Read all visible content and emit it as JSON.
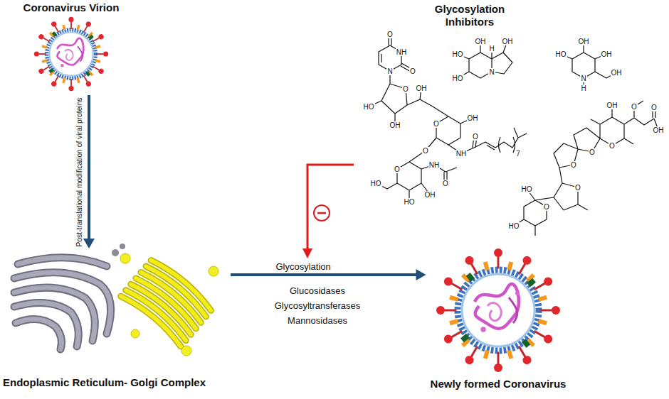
{
  "diagram": {
    "nodes": [
      {
        "text": [
          "Coronavirus Virion"
        ]
      },
      {
        "text": [
          "Glycosylation Inhibitors"
        ]
      },
      {
        "text": [
          "Endoplasmic Reticulum- Golgi Complex"
        ]
      },
      {
        "text": [
          "Newly formed Coronavirus"
        ]
      }
    ],
    "edges": [
      {
        "from": 0,
        "to": 2,
        "arrow": "to",
        "label": "Post-translational modification of viral proteins"
      },
      {
        "from": 2,
        "to": 3,
        "arrow": "to",
        "label": "Glycosylation"
      }
    ],
    "labels": [
      "Glucosidases",
      "Glycosyltransferases",
      "Mannosidases",
      "O",
      "NH",
      "O",
      "N",
      "O",
      "HO",
      "OH",
      "OH",
      "O",
      "OH",
      "NH",
      "O",
      "7",
      "O",
      "O",
      "NH",
      "O",
      "OH",
      "HO",
      "HO",
      "OH",
      "H",
      "OH",
      "HO",
      "HO",
      "N",
      "OH",
      "HO",
      "OH",
      "N",
      "H",
      "OH",
      "OH",
      "O",
      "O",
      "OH",
      "O",
      "O",
      "O",
      "O",
      "O",
      "HO",
      "HO"
    ]
  }
}
